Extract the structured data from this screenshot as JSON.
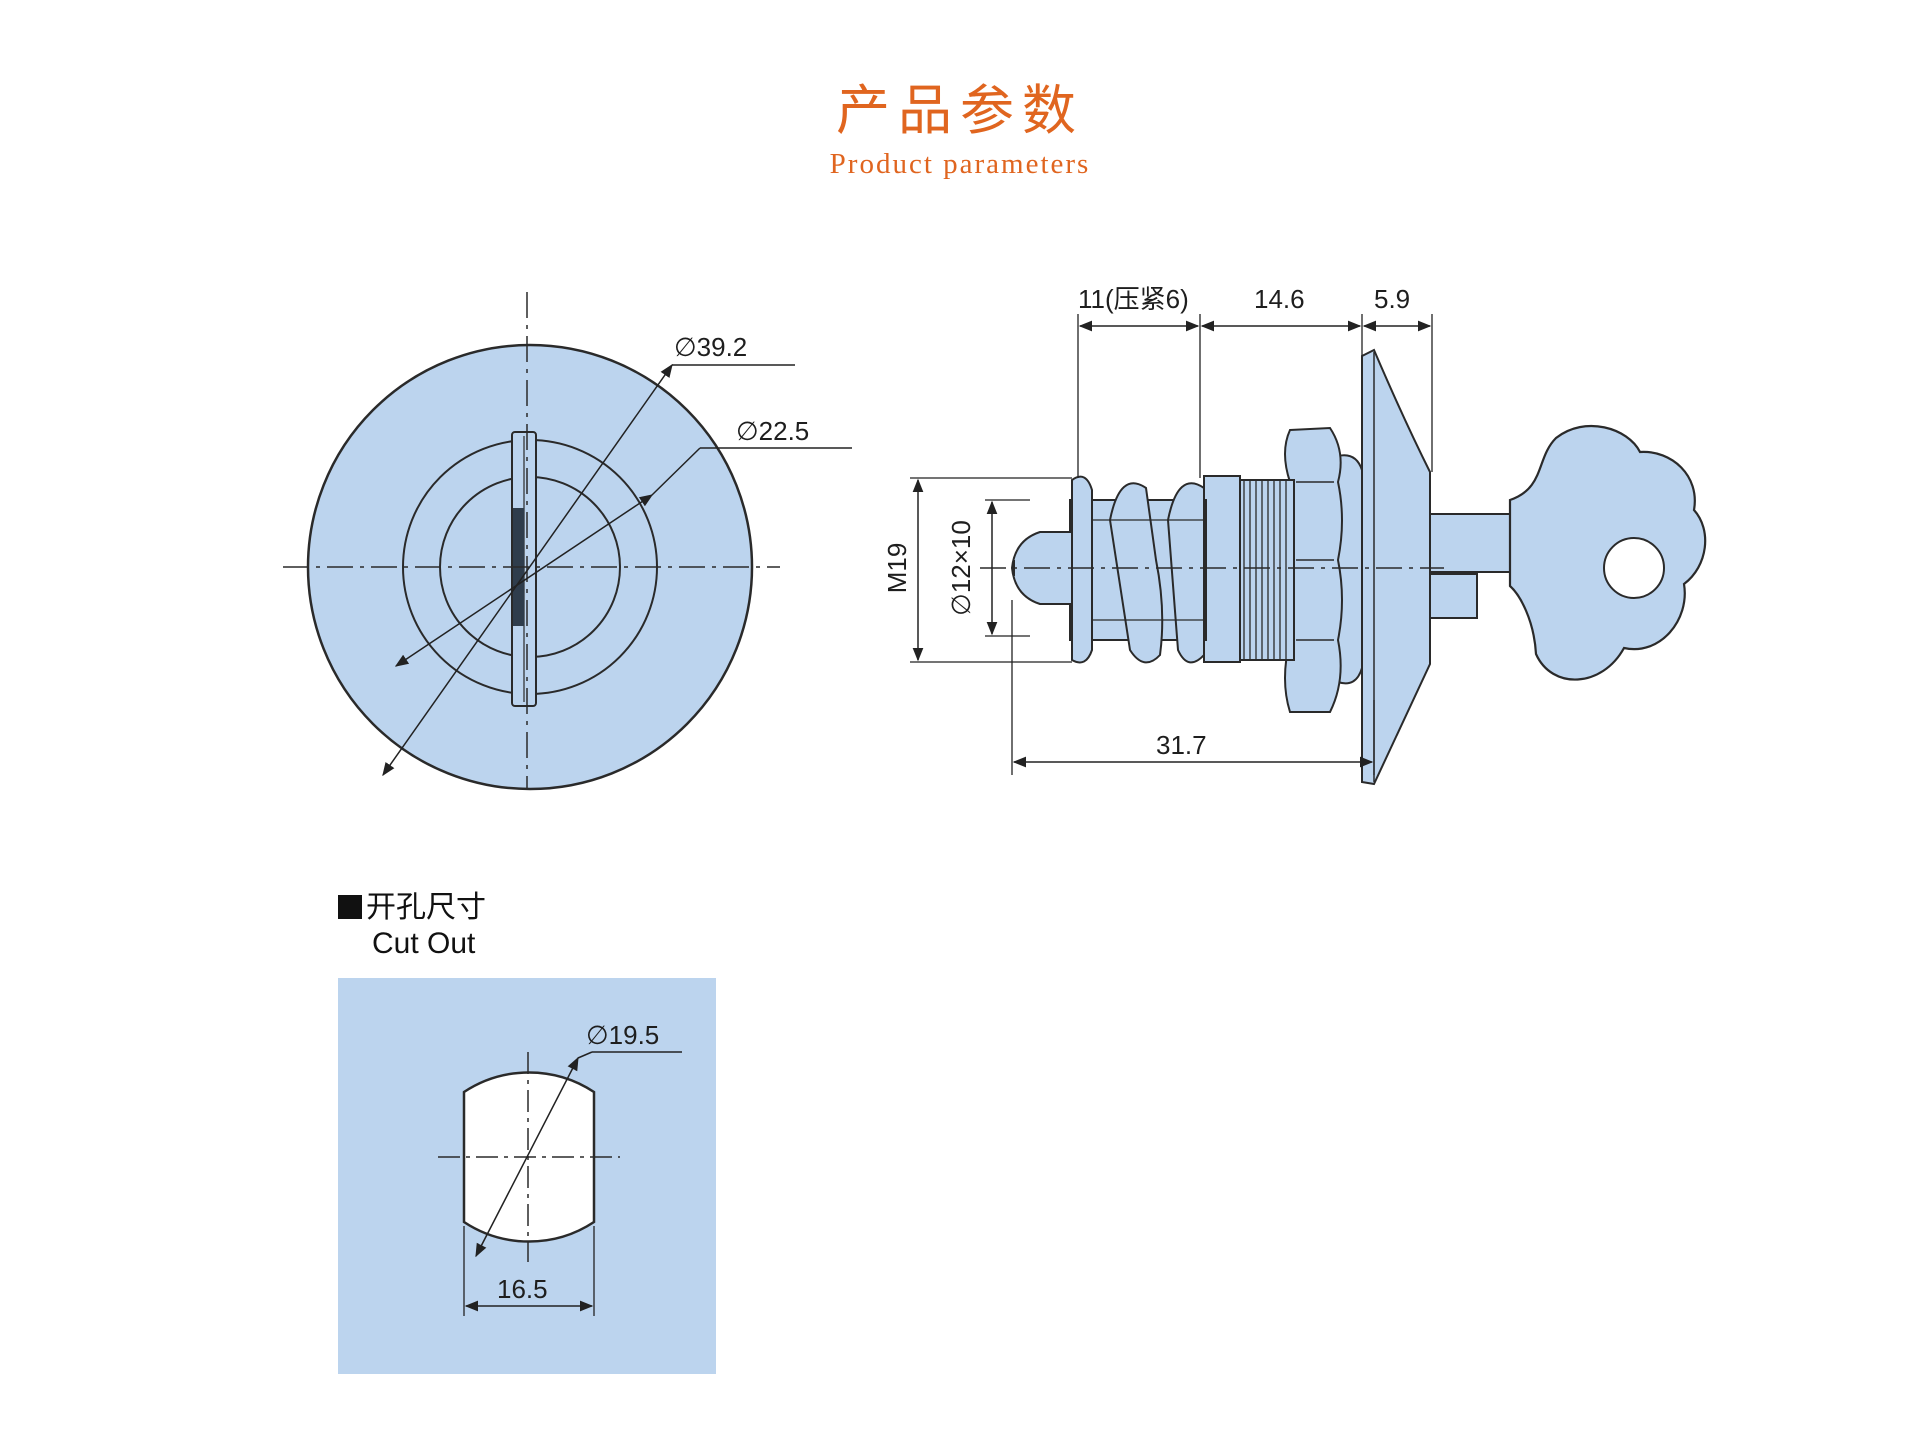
{
  "header": {
    "title": "产品参数",
    "subtitle": "Product parameters"
  },
  "front_view": {
    "outer_diameter": "∅39.2",
    "inner_diameter": "∅22.5"
  },
  "side_view": {
    "dim_compression": "11(压紧6)",
    "dim_thread": "14.6",
    "dim_flange": "5.9",
    "dim_total_length": "31.7",
    "dim_thread_size": "M19",
    "dim_cam": "∅12×10"
  },
  "cutout": {
    "title_cn": "开孔尺寸",
    "title_en": "Cut Out",
    "diameter": "∅19.5",
    "flat_width": "16.5"
  },
  "colors": {
    "accent": "#e0651f",
    "part_fill": "#bcd4ee",
    "line": "#2a2a2a"
  }
}
